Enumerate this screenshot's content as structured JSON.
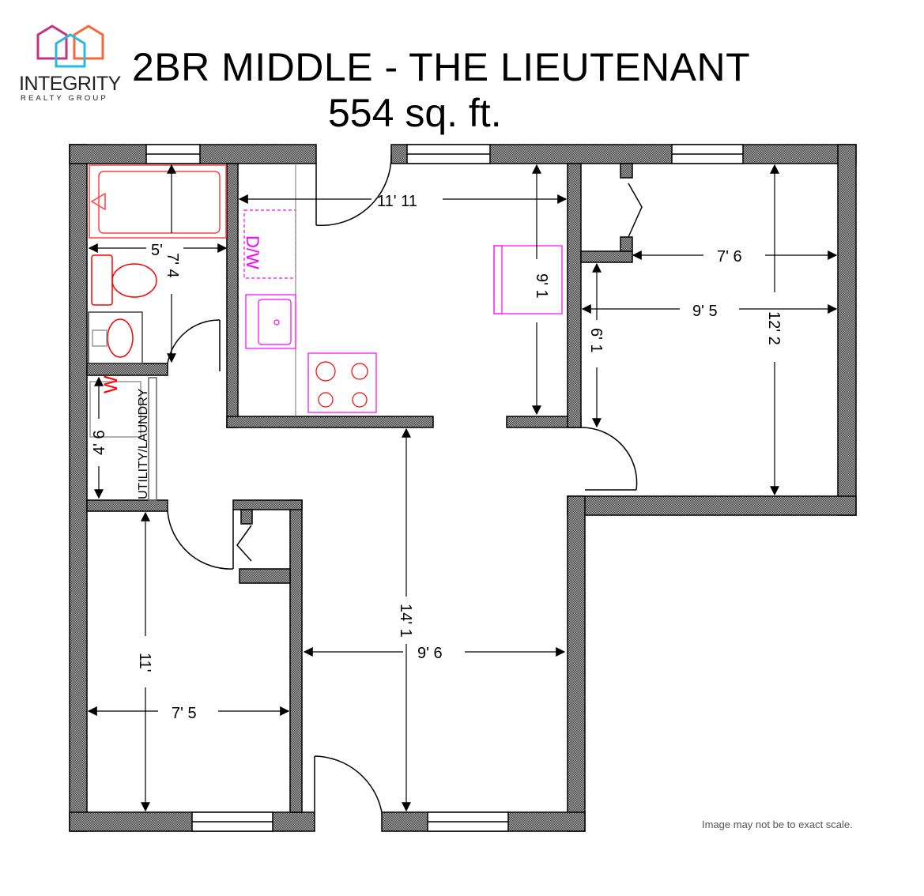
{
  "logo": {
    "name": "INTEGRITY",
    "tagline": "REALTY GROUP",
    "colors": [
      "#c2357f",
      "#2ab8e0",
      "#f06a3e"
    ]
  },
  "header": {
    "title": "2BR MIDDLE - THE LIEUTENANT",
    "area": "554 sq. ft."
  },
  "plan": {
    "dimensions": {
      "kitchen_width": "11' 11",
      "bath_width": "5'",
      "bath_depth": "7' 4",
      "kitchen_depth": "9' 1",
      "closet_width": "7' 6",
      "bedroom1_width": "9' 5",
      "bedroom1_depth": "12' 2",
      "closet_depth": "6' 1",
      "laundry_depth": "4' 6",
      "living_depth": "14' 1",
      "living_width": "9' 6",
      "bedroom2_depth": "11'",
      "bedroom2_width": "7' 5"
    },
    "labels": {
      "laundry": "UTILITY/LAUNDRY",
      "washer": "W",
      "dishwasher": "D/W"
    },
    "colors": {
      "fixtures_bath": "#ff0000",
      "fixtures_kitchen": "#ff00ff",
      "wall": "#000000"
    }
  },
  "footer": {
    "disclaimer": "Image may not be to exact scale."
  }
}
